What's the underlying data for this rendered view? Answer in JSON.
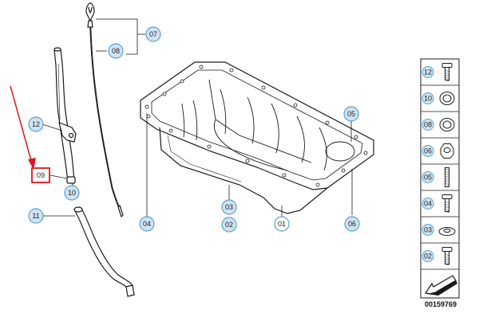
{
  "diagram": {
    "callouts": {
      "c07": "07",
      "c08": "08",
      "c12": "12",
      "c09": "09",
      "c10": "10",
      "c11": "11",
      "c05": "05",
      "c04": "04",
      "c03": "03",
      "c02": "02",
      "c01": "01",
      "c06": "06"
    },
    "parts_strip": {
      "items": [
        {
          "label": "12",
          "icon": "bolt-icon"
        },
        {
          "label": "10",
          "icon": "washer-ring-icon"
        },
        {
          "label": "08",
          "icon": "washer-ring-icon"
        },
        {
          "label": "06",
          "icon": "hex-nut-icon"
        },
        {
          "label": "05",
          "icon": "stud-icon"
        },
        {
          "label": "04",
          "icon": "bolt-icon"
        },
        {
          "label": "03",
          "icon": "flat-washer-icon"
        },
        {
          "label": "02",
          "icon": "bolt-icon"
        }
      ],
      "footer_icon": "direction-arrow-icon"
    },
    "diagram_number": "00159769",
    "colors": {
      "line": "#1a1a1a",
      "callout_fill": "#cfe3f2",
      "callout_stroke": "#5aa0d0",
      "highlight": "#e0141e"
    }
  }
}
